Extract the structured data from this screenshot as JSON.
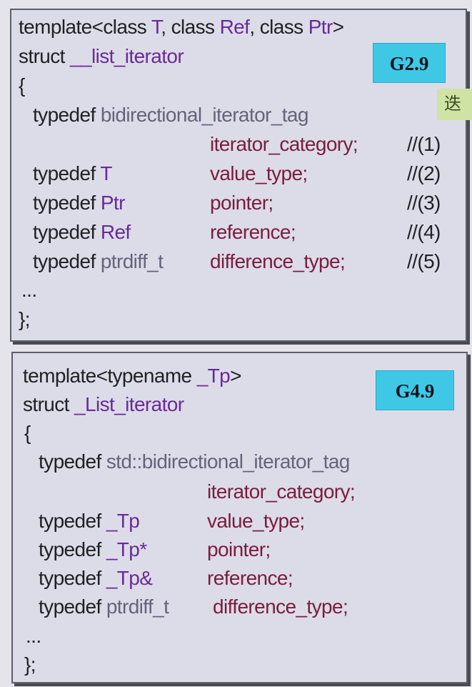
{
  "g29": {
    "badge": "G2.9",
    "template_kw": "template<class ",
    "param_T": "T",
    "comma_class_1": ", class ",
    "param_Ref": "Ref",
    "comma_class_2": ", class ",
    "param_Ptr": "Ptr",
    "close_angle": ">",
    "struct_kw": "struct ",
    "struct_name": "__list_iterator",
    "open_brace": "{",
    "td1_kw": "typedef ",
    "td1_type": "bidirectional_iterator_tag",
    "td1_name": "iterator_category;",
    "td1_comment": "//(1)",
    "td2_kw": "typedef ",
    "td2_type": "T",
    "td2_name": "value_type;",
    "td2_comment": "//(2)",
    "td3_kw": "typedef ",
    "td3_type": "Ptr",
    "td3_name": "pointer;",
    "td3_comment": "//(3)",
    "td4_kw": "typedef ",
    "td4_type": "Ref",
    "td4_name": "reference;",
    "td4_comment": "//(4)",
    "td5_kw": "typedef ",
    "td5_type": "ptrdiff_t",
    "td5_name": "difference_type;",
    "td5_comment": "//(5)",
    "ellipsis": "...",
    "close_brace": "};"
  },
  "side_tag": "迭",
  "g49": {
    "badge": "G4.9",
    "template_kw": "template<typename ",
    "param_Tp": "_Tp",
    "close_angle": ">",
    "struct_kw": "struct ",
    "struct_name": "_List_iterator",
    "open_brace": "{",
    "td1_kw": "typedef ",
    "td1_type": "std::bidirectional_iterator_tag",
    "td1_name": "iterator_category;",
    "td2_kw": "typedef ",
    "td2_type": "_Tp",
    "td2_name": "value_type;",
    "td3_kw": "typedef ",
    "td3_type": "_Tp*",
    "td3_name": "pointer;",
    "td4_kw": "typedef ",
    "td4_type": "_Tp&",
    "td4_name": "reference;",
    "td5_kw": "typedef ",
    "td5_type": "ptrdiff_t",
    "td5_name": "difference_type;",
    "ellipsis": "...",
    "close_brace": "};"
  },
  "colors": {
    "panel_bg": "#dcdce9",
    "keyword": "#202024",
    "template_param": "#6a2a96",
    "type_gray": "#63637a",
    "member_name": "#7a1c3c",
    "badge": "#3fc8e6",
    "side_tag": "#cfe3a4"
  }
}
